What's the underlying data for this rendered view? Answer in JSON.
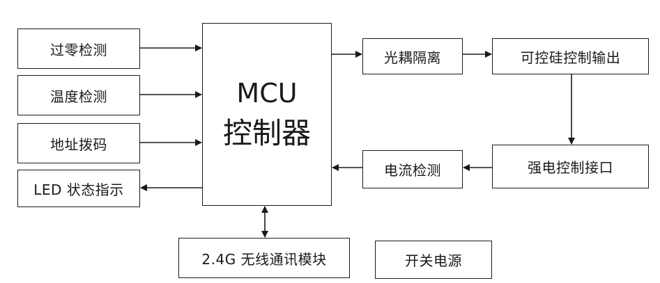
{
  "diagram": {
    "inputs": {
      "zero_crossing": "过零检测",
      "temperature": "温度检测",
      "address_dip": "地址拨码"
    },
    "outputs": {
      "led_status": "LED 状态指示"
    },
    "mcu": {
      "line1": "MCU",
      "line2": "控制器"
    },
    "chain": {
      "optocoupler": "光耦隔离",
      "thyristor_output": "可控硅控制输出",
      "strong_power_interface": "强电控制接口",
      "current_detection": "电流检测"
    },
    "bottom": {
      "wireless_module": "2.4G 无线通讯模块",
      "power_supply": "开关电源"
    }
  }
}
